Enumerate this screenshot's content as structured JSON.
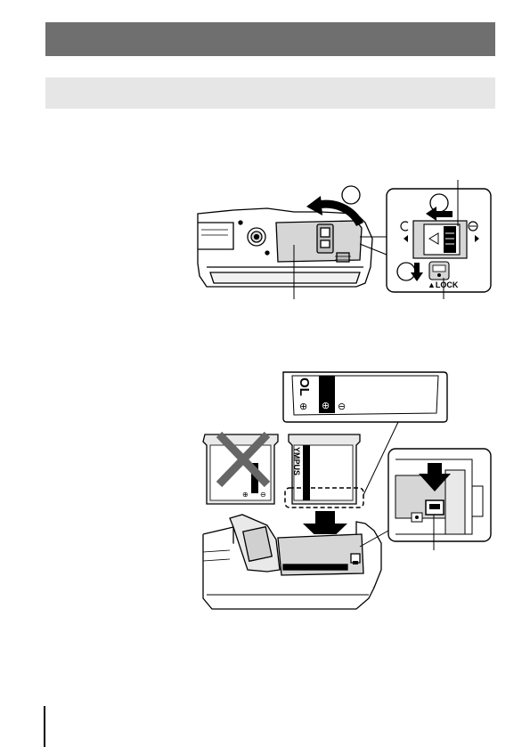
{
  "figure1": {
    "lock_label": "▲LOCK",
    "step_markers": [
      "",
      "",
      ""
    ]
  },
  "figure2": {
    "battery_top_text": "OL",
    "battery_side_text": "YMPUS",
    "plus_symbol": "⊕",
    "minus_symbol": "⊖"
  },
  "icons": {
    "wrong_mark": "x-mark-icon",
    "insert_arrow": "down-arrow-icon",
    "open_arrow": "curved-arrow-icon"
  }
}
